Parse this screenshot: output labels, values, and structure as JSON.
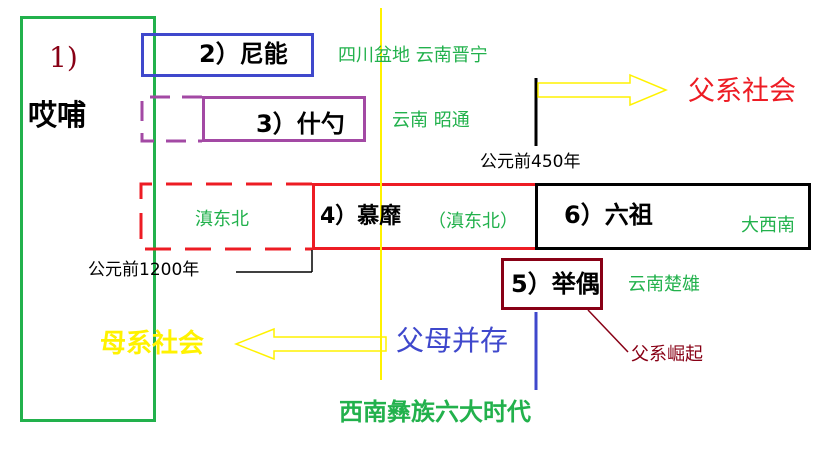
{
  "labels": {
    "p1": "1)",
    "aipu": "哎哺",
    "p2": "2）尼能",
    "p2_place": "四川盆地  云南晋宁",
    "p3": "3）什勺",
    "p3_place": "云南 昭通",
    "date_450": "公元前450年",
    "p4_region": "滇东北",
    "p4": "4）慕靡",
    "p4_place": "（滇东北）",
    "p6": "6）六祖",
    "p6_place": "大西南",
    "date_1200": "公元前1200年",
    "p5": "5）举偶",
    "p5_place": "云南楚雄",
    "matriarchal": "母系社会",
    "coexist": "父母并存",
    "patriarchal": "父系社会",
    "patriarchal_rise": "父系崛起",
    "title": "西南彝族六大时代"
  },
  "colors": {
    "green": "#22b14c",
    "blue": "#3f48cc",
    "purple": "#a349a4",
    "red": "#ed1c24",
    "darkred": "#880015",
    "yellow": "#fff200",
    "black": "#000000",
    "darkblue": "#3f48cc"
  }
}
